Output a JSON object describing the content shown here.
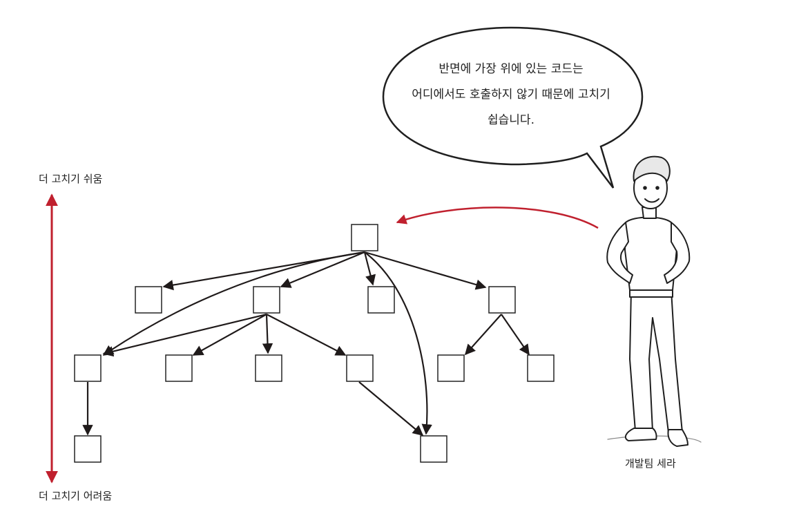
{
  "axis": {
    "top_label": "더 고치기 쉬움",
    "bottom_label": "더 고치기 어려움",
    "color": "#c0202e"
  },
  "speech": {
    "lines": [
      "반면에 가장 위에 있는 코드는",
      "어디에서도 호출하지 않기 때문에 고치기",
      "쉽습니다."
    ]
  },
  "person": {
    "name": "개발팀 세라"
  },
  "diagram": {
    "box_count": 13,
    "arrow_color": "#1f1a1a",
    "highlight_arrow_color": "#c0202e"
  }
}
